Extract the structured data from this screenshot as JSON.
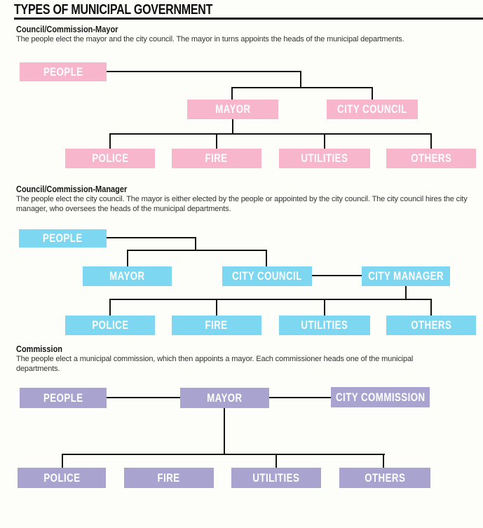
{
  "page": {
    "title": "TYPES OF MUNICIPAL GOVERNMENT",
    "background_color": "#FDFDFA",
    "connector_color": "#141414",
    "box_text_color": "#FFFFFF"
  },
  "sections": [
    {
      "heading": "Council/Commission-Mayor",
      "description": "The people elect the mayor and the city council. The mayor in turns appoints the heads of the municipal departments.",
      "box_color": "#F8B6CD",
      "nodes": {
        "people": "PEOPLE",
        "mayor": "MAYOR",
        "city_council": "CITY COUNCIL",
        "police": "POLICE",
        "fire": "FIRE",
        "utilities": "UTILITIES",
        "others": "OTHERS"
      }
    },
    {
      "heading": "Council/Commission-Manager",
      "description": "The people elect the city council. The mayor is either elected by the people or appointed by the city council. The city council hires the city manager, who oversees the heads of the municipal departments.",
      "box_color": "#7ED7F0",
      "nodes": {
        "people": "PEOPLE",
        "mayor": "MAYOR",
        "city_council": "CITY COUNCIL",
        "city_manager": "CITY MANAGER",
        "police": "POLICE",
        "fire": "FIRE",
        "utilities": "UTILITIES",
        "others": "OTHERS"
      }
    },
    {
      "heading": "Commission",
      "description": "The people elect a municipal commission, which then appoints a mayor. Each commissioner heads one of the municipal departments.",
      "box_color": "#A8A4CF",
      "nodes": {
        "people": "PEOPLE",
        "mayor": "MAYOR",
        "city_commission": "CITY COMMISSION",
        "police": "POLICE",
        "fire": "FIRE",
        "utilities": "UTILITIES",
        "others": "OTHERS"
      }
    }
  ]
}
